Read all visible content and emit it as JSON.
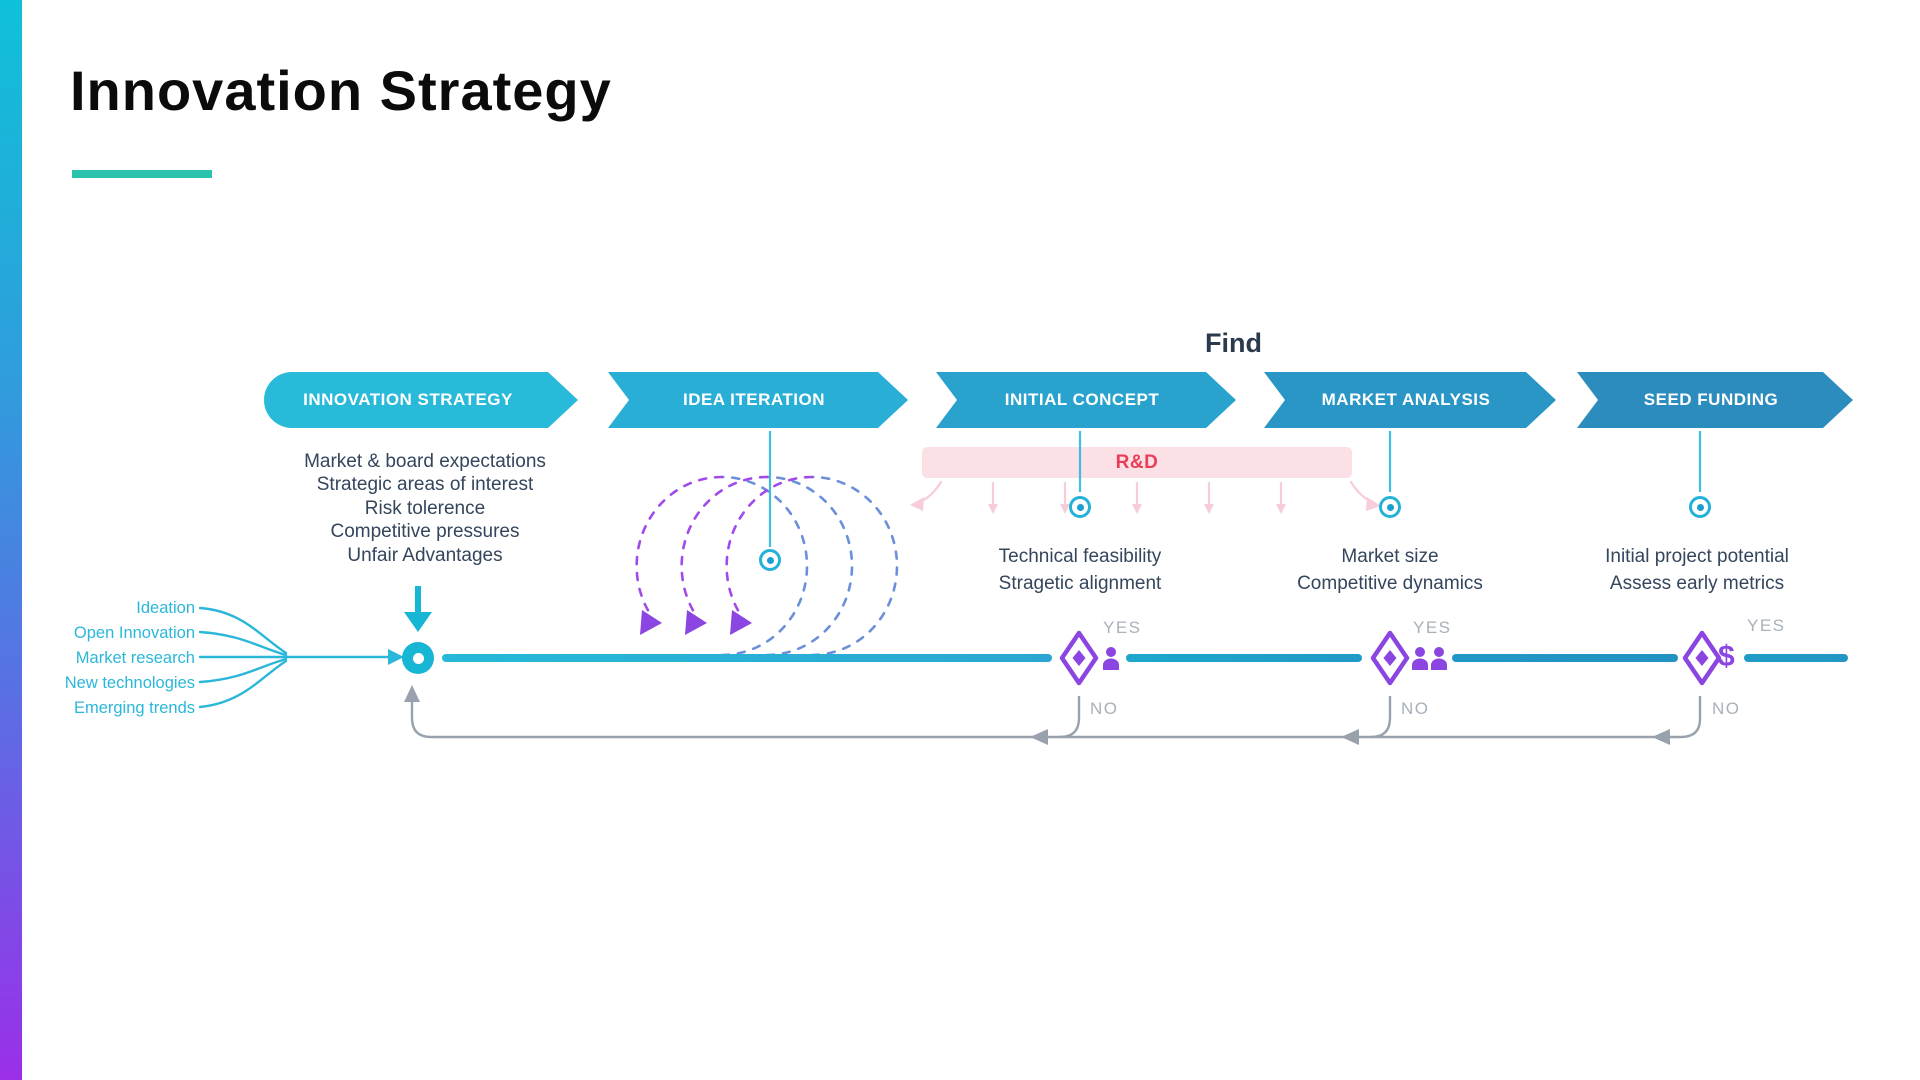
{
  "title": "Innovation Strategy",
  "find_label": "Find",
  "stages": [
    {
      "label": "INNOVATION STRATEGY",
      "color": "#29b9d9"
    },
    {
      "label": "IDEA ITERATION",
      "color": "#29afd5"
    },
    {
      "label": "INITIAL CONCEPT",
      "color": "#29a3cd"
    },
    {
      "label": "MARKET ANALYSIS",
      "color": "#2996c6"
    },
    {
      "label": "SEED FUNDING",
      "color": "#2d8cbe"
    }
  ],
  "strategy_inputs": {
    "lines": [
      "Market & board expectations",
      "Strategic areas of interest",
      "Risk tolerence",
      "Competitive pressures",
      "Unfair Advantages"
    ]
  },
  "idea_sources": {
    "items": [
      "Ideation",
      "Open Innovation",
      "Market research",
      "New technologies",
      "Emerging trends"
    ]
  },
  "rd_bar": {
    "label": "R&D",
    "bg": "#fbe0e6",
    "text_color": "#e83e57"
  },
  "decisions": [
    {
      "criteria_line1": "Technical feasibility",
      "criteria_line2": "Stragetic alignment",
      "yes": "YES",
      "no": "NO",
      "icon": "person-icon"
    },
    {
      "criteria_line1": "Market size",
      "criteria_line2": "Competitive dynamics",
      "yes": "YES",
      "no": "NO",
      "icon": "people-icon"
    },
    {
      "criteria_line1": "Initial project potential",
      "criteria_line2": "Assess early metrics",
      "yes": "YES",
      "no": "NO",
      "icon": "dollar-icon"
    }
  ],
  "dollar_glyph": "$",
  "colors": {
    "accent_teal": "#2bc3ae",
    "cyan": "#22b8d5",
    "steel_blue": "#2d8cbe",
    "purple": "#8b45e0",
    "navy": "#34455c",
    "gray": "#9aa3ad",
    "pink": "#f6cdd8",
    "rd_red": "#e83e57"
  }
}
